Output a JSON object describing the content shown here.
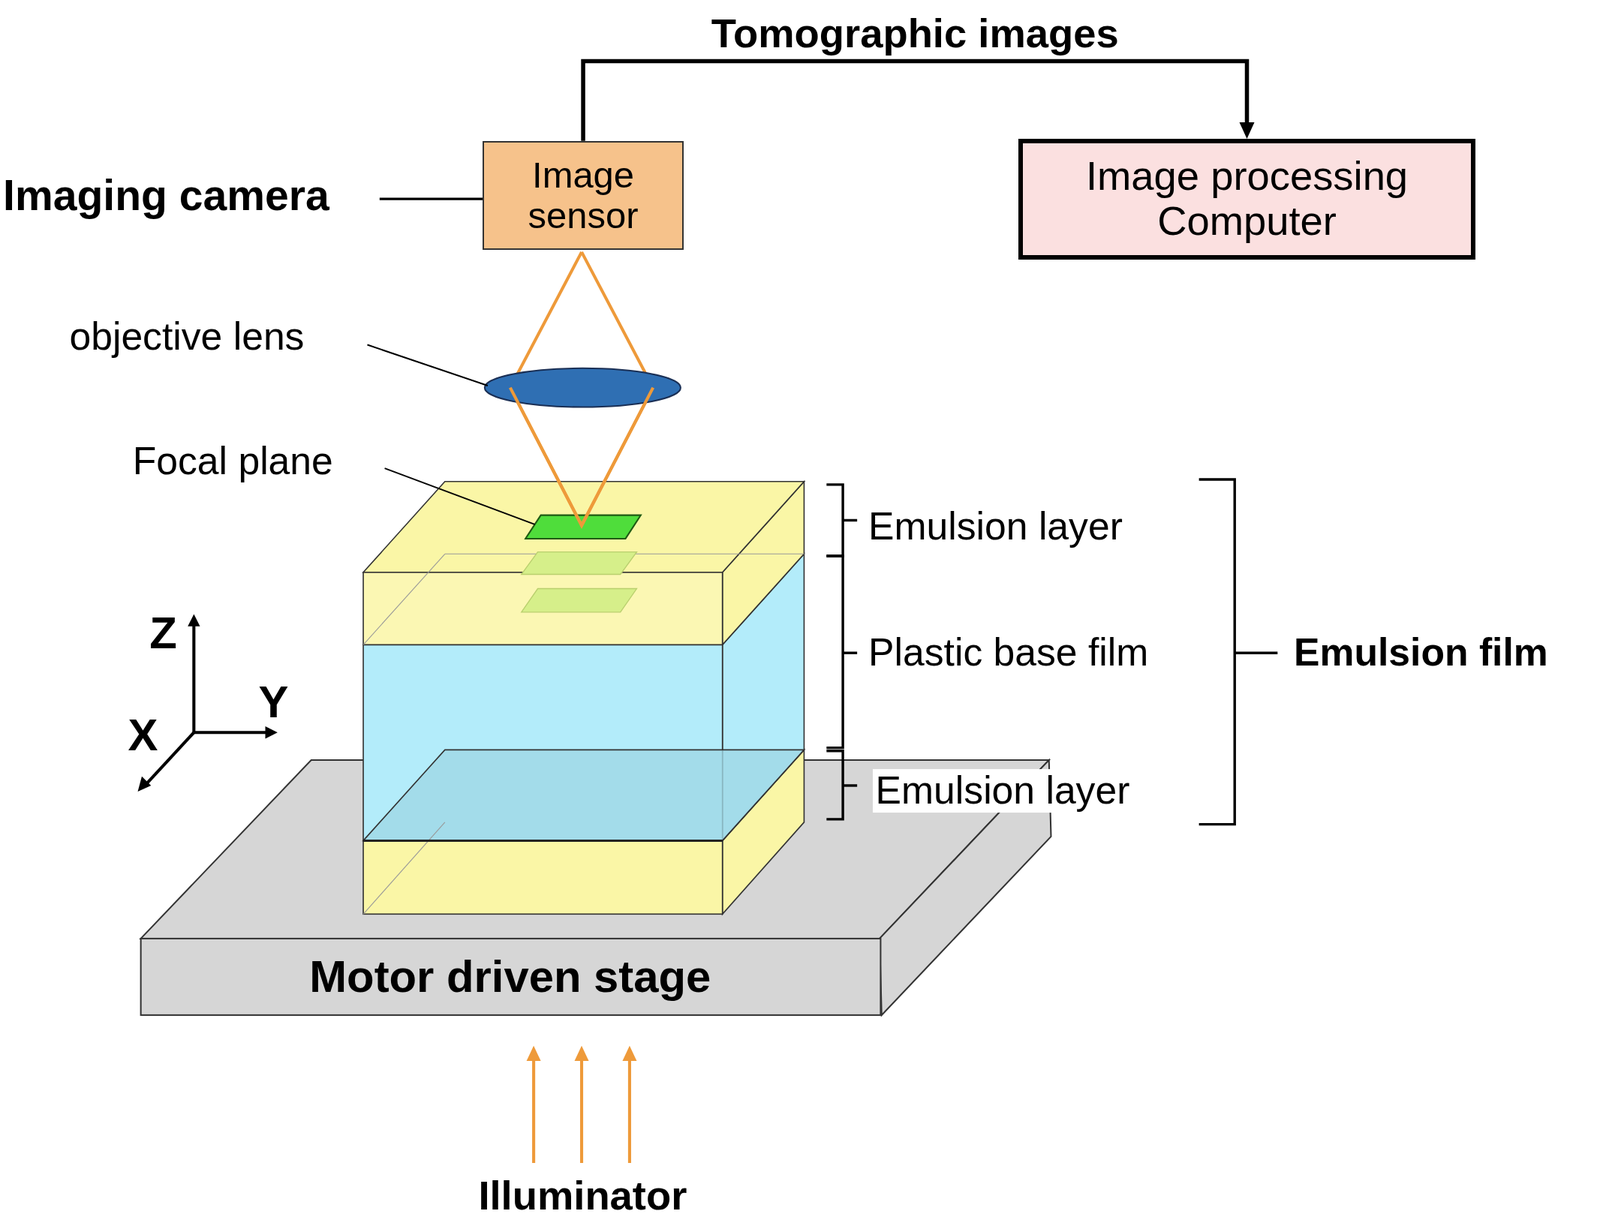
{
  "diagram": {
    "nodes": [
      {
        "text": [
          "Image sensor"
        ]
      },
      {
        "text": [
          "Image processing Computer"
        ]
      },
      {
        "text": [
          "Motor driven stage"
        ]
      }
    ],
    "edges": [
      {
        "from": 0,
        "to": 1,
        "arrow": "to",
        "label": "Tomographic images"
      }
    ],
    "labels": [
      "Imaging camera",
      "objective lens",
      "Focal plane",
      "Emulsion layer",
      "Plastic base film",
      "Emulsion layer",
      "Emulsion film",
      "Z",
      "Y",
      "X",
      "Illuminator"
    ]
  }
}
